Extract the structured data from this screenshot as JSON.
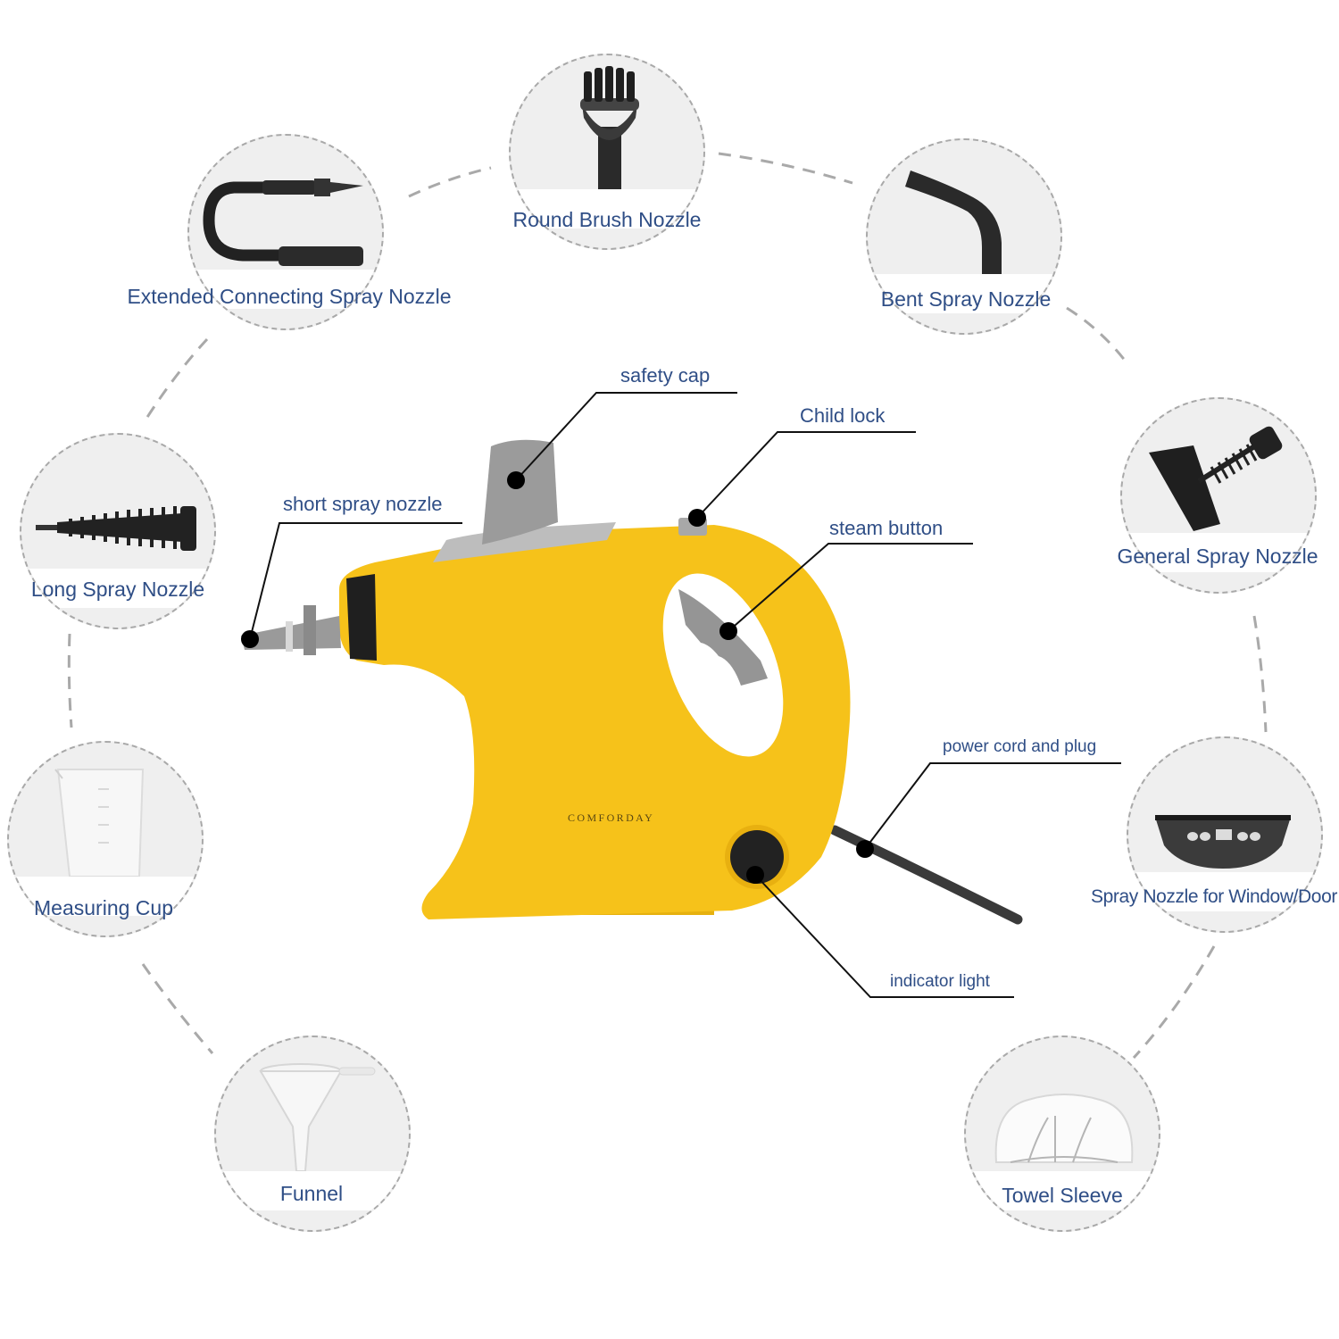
{
  "product": {
    "brand": "COMFORDAY",
    "body_color": "#f6c21a",
    "accent_grey": "#9b9b9b",
    "label_color": "#2f4e86",
    "connector_color": "#a9a9a9"
  },
  "callouts": [
    {
      "id": "safety-cap",
      "label": "safety cap"
    },
    {
      "id": "child-lock",
      "label": "Child lock"
    },
    {
      "id": "short-spray-nozzle",
      "label": "short spray nozzle"
    },
    {
      "id": "steam-button",
      "label": "steam button"
    },
    {
      "id": "power-cord",
      "label": "power cord and plug"
    },
    {
      "id": "indicator-light",
      "label": "indicator light"
    }
  ],
  "accessories": [
    {
      "id": "round-brush",
      "label": "Round Brush Nozzle",
      "icon": "round-brush-icon"
    },
    {
      "id": "extended-connecting",
      "label": "Extended Connecting Spray Nozzle",
      "icon": "flex-hose-icon"
    },
    {
      "id": "bent-spray",
      "label": "Bent Spray Nozzle",
      "icon": "bent-nozzle-icon"
    },
    {
      "id": "long-spray",
      "label": "Long Spray Nozzle",
      "icon": "long-nozzle-icon"
    },
    {
      "id": "general-spray",
      "label": "General Spray Nozzle",
      "icon": "general-nozzle-icon"
    },
    {
      "id": "measuring-cup",
      "label": "Measuring Cup",
      "icon": "measuring-cup-icon"
    },
    {
      "id": "window-door",
      "label": "Spray Nozzle for Window/Door",
      "icon": "window-squeegee-icon"
    },
    {
      "id": "funnel",
      "label": "Funnel",
      "icon": "funnel-icon"
    },
    {
      "id": "towel-sleeve",
      "label": "Towel Sleeve",
      "icon": "towel-sleeve-icon"
    }
  ]
}
